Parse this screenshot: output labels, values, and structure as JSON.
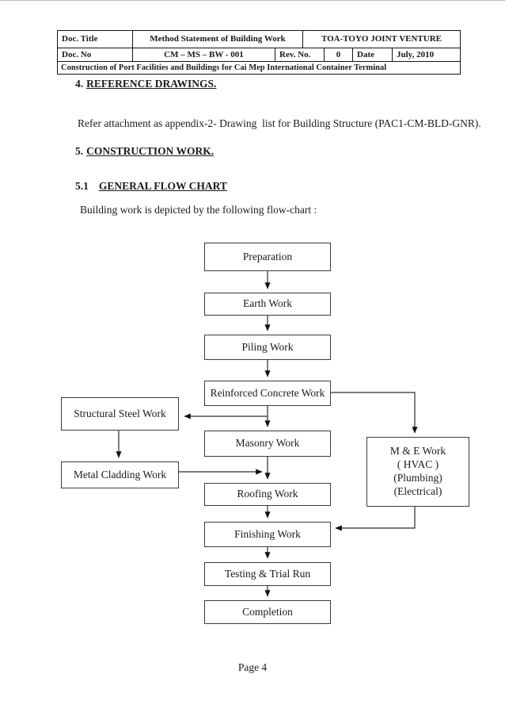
{
  "header_table": {
    "doc_title_label": "Doc. Title",
    "doc_title_value": "Method Statement of Building Work",
    "company": "TOA-TOYO JOINT VENTURE",
    "doc_no_label": "Doc. No",
    "doc_no_value": "CM – MS – BW - 001",
    "rev_label": "Rev. No.",
    "rev_value": "0",
    "date_label": "Date",
    "date_value": "July, 2010",
    "project": "Construction of Port Facilities and Buildings for Cai Mep International Container Terminal"
  },
  "sections": {
    "s4_num": "4.",
    "s4_title": "REFERENCE DRAWINGS.",
    "s4_body": "Refer attachment as appendix-2- Drawing  list for Building Structure (PAC1-CM-BLD-GNR).",
    "s5_num": "5.",
    "s5_title": "CONSTRUCTION WORK.",
    "s51_num": "5.1",
    "s51_title": "GENERAL FLOW CHART",
    "s51_body": "Building work is depicted by the following flow-chart :"
  },
  "flowchart": {
    "main": [
      "Preparation",
      "Earth Work",
      "Piling Work",
      "Reinforced Concrete Work",
      "Masonry Work",
      "Roofing Work",
      "Finishing Work",
      "Testing & Trial Run",
      "Completion"
    ],
    "side_left": [
      "Structural Steel Work",
      "Metal Cladding Work"
    ],
    "side_right": "M & E Work\n( HVAC )\n(Plumbing)\n(Electrical)",
    "line_color": "#2b2b2b"
  },
  "footer": {
    "page_label": "Page 4"
  }
}
